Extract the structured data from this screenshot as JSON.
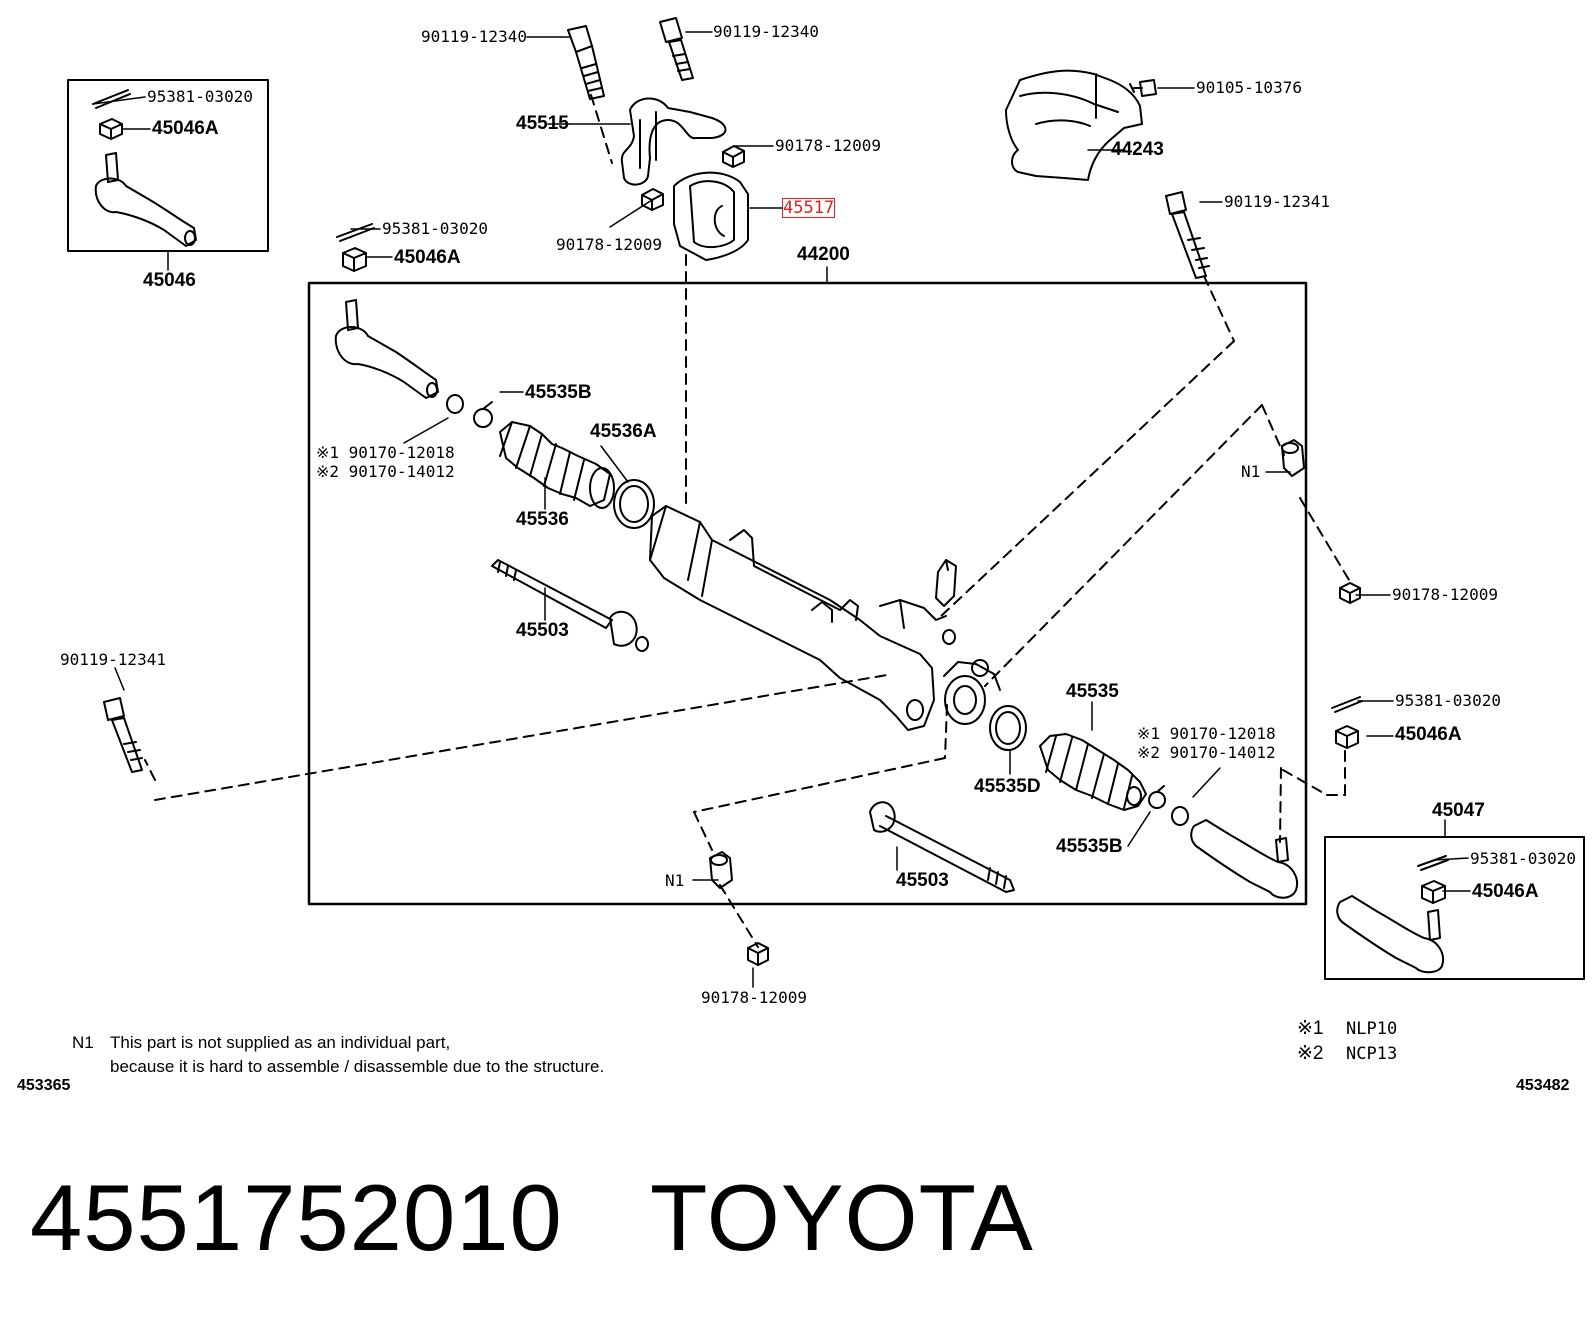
{
  "diagram": {
    "labels": {
      "bolt_top_left": "90119-12340",
      "bolt_top_right": "90119-12340",
      "bracket": "45515",
      "nut_bracket_right": "90178-12009",
      "nut_bracket_left": "90178-12009",
      "bushing": "45517",
      "bolt_cover": "90105-10376",
      "cover": "44243",
      "bolt_right_upper": "90119-12341",
      "assembly": "44200",
      "inset_left_pin": "95381-03020",
      "inset_left_nut": "45046A",
      "inset_left_end": "45046",
      "pin_mid": "95381-03020",
      "nut_mid": "45046A",
      "clip_left": "45535B",
      "ref_left_1": "※1 90170-12018",
      "ref_left_2": "※2 90170-14012",
      "clamp_left": "45536A",
      "boot_left": "45536",
      "rod_left": "45503",
      "n1_right": "N1",
      "nut_right": "90178-12009",
      "bolt_left_lower": "90119-12341",
      "boot_right": "45535",
      "ref_right_1": "※1 90170-12018",
      "ref_right_2": "※2 90170-14012",
      "clamp_right": "45535D",
      "clip_right": "45535B",
      "rod_right": "45503",
      "n1_bottom": "N1",
      "nut_bottom": "90178-12009",
      "pin_right": "95381-03020",
      "nut_right_end": "45046A",
      "inset_right_end": "45047",
      "inset_right_pin": "95381-03020",
      "inset_right_nut": "45046A"
    },
    "notes": {
      "n1_marker": "N1",
      "n1_line1": "This part is not supplied as an individual part,",
      "n1_line2": "because it is hard to assemble / disassemble due to the structure.",
      "ref1_mark": "※1",
      "ref1_model": "NLP10",
      "ref2_mark": "※2",
      "ref2_model": "NCP13",
      "id_left": "453365",
      "id_right": "453482"
    },
    "highlight": "45517",
    "highlight_color": "#e02020"
  },
  "caption": {
    "part_number": "4551752010",
    "brand": "TOYOTA"
  }
}
